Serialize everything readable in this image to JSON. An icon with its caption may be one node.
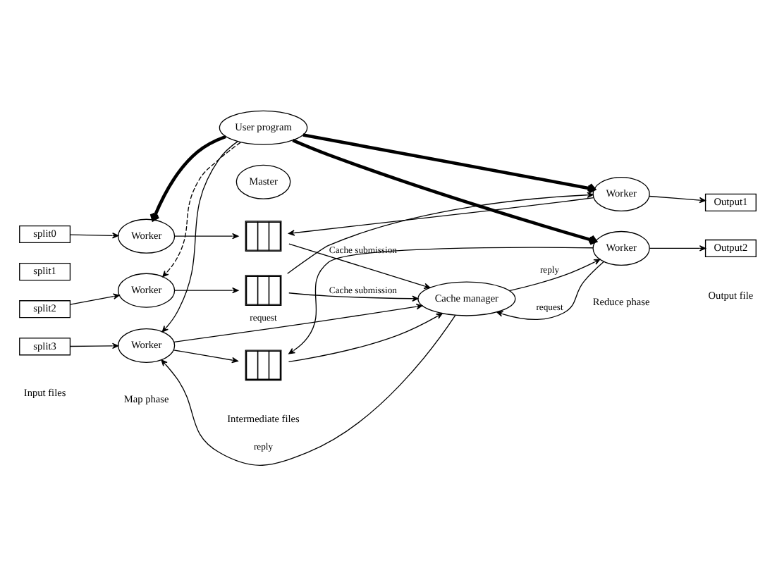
{
  "diagram": {
    "nodes": [
      {
        "text": [
          "User program"
        ]
      },
      {
        "text": [
          "Master"
        ]
      },
      {
        "text": [
          "split0"
        ]
      },
      {
        "text": [
          "split1"
        ]
      },
      {
        "text": [
          "split2"
        ]
      },
      {
        "text": [
          "split3"
        ]
      },
      {
        "text": [
          "Worker"
        ]
      },
      {
        "text": [
          "Worker"
        ]
      },
      {
        "text": [
          "Worker"
        ]
      },
      {
        "text": [],
        "shape": "box"
      },
      {
        "text": [],
        "shape": "box"
      },
      {
        "text": [],
        "shape": "box"
      },
      {
        "text": [
          "Worker"
        ]
      },
      {
        "text": [
          "Worker"
        ]
      },
      {
        "text": [
          "Output1"
        ]
      },
      {
        "text": [
          "Output2"
        ]
      },
      {
        "text": [
          "Cache manager"
        ]
      }
    ],
    "edges": [
      {
        "from": 0,
        "to": 6,
        "arrow": "to",
        "style": "thick"
      },
      {
        "from": 0,
        "to": 7,
        "arrow": "to",
        "style": "dashed"
      },
      {
        "from": 0,
        "to": 8,
        "arrow": "to"
      },
      {
        "from": 0,
        "to": 12,
        "arrow": "to",
        "style": "thick"
      },
      {
        "from": 0,
        "to": 13,
        "arrow": "to",
        "style": "thick"
      },
      {
        "from": 2,
        "to": 6,
        "arrow": "to"
      },
      {
        "from": 4,
        "to": 7,
        "arrow": "to"
      },
      {
        "from": 5,
        "to": 8,
        "arrow": "to"
      },
      {
        "from": 6,
        "to": 9,
        "arrow": "to"
      },
      {
        "from": 7,
        "to": 10,
        "arrow": "to"
      },
      {
        "from": 8,
        "to": 11,
        "arrow": "to"
      },
      {
        "from": 12,
        "to": 9,
        "arrow": "to"
      },
      {
        "from": 10,
        "to": 12,
        "arrow": "to"
      },
      {
        "from": 13,
        "to": 11,
        "arrow": "to"
      },
      {
        "from": 12,
        "to": 14,
        "arrow": "to"
      },
      {
        "from": 13,
        "to": 15,
        "arrow": "to"
      },
      {
        "from": 9,
        "to": 16,
        "arrow": "to",
        "label": "Cache submission"
      },
      {
        "from": 10,
        "to": 16,
        "arrow": "to",
        "label": "Cache submission"
      },
      {
        "from": 11,
        "to": 16,
        "arrow": "to"
      },
      {
        "from": 8,
        "to": 16,
        "arrow": "to",
        "label": "request"
      },
      {
        "from": 16,
        "to": 8,
        "arrow": "to",
        "label": "reply"
      },
      {
        "from": 13,
        "to": 16,
        "arrow": "to",
        "label": "request"
      },
      {
        "from": 16,
        "to": 13,
        "arrow": "to",
        "label": "reply"
      }
    ],
    "labels": [
      "Input files",
      "Map phase",
      "Intermediate files",
      "Reduce phase",
      "Output file"
    ]
  }
}
